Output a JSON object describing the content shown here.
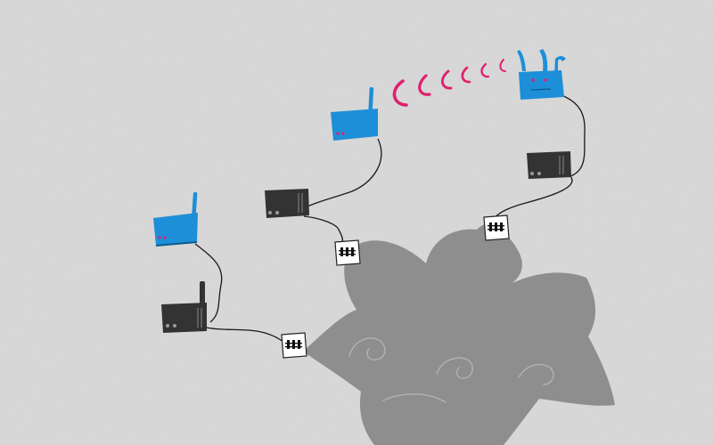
{
  "scene": {
    "background_color": "#d8d8d8",
    "cloud_color": "#8e8e8e",
    "cloud_swirl_color": "#b0b0b0",
    "cable_color": "#1a1a1a",
    "wifi_signal_color": "#e0206e",
    "router_color": "#1d8fd8",
    "modem_color": "#333333",
    "jack_color": "#ffffff",
    "nodes": [
      {
        "name": "ap-left",
        "kind": "access-point",
        "icon": "wireless-access-point-icon"
      },
      {
        "name": "modem-left",
        "kind": "modem",
        "icon": "modem-icon"
      },
      {
        "name": "jack-left",
        "kind": "wall-jack",
        "icon": "wall-jack-icon"
      },
      {
        "name": "ap-middle",
        "kind": "access-point",
        "icon": "wireless-access-point-icon"
      },
      {
        "name": "modem-middle",
        "kind": "modem",
        "icon": "modem-icon"
      },
      {
        "name": "jack-middle",
        "kind": "wall-jack",
        "icon": "wall-jack-icon"
      },
      {
        "name": "router-right",
        "kind": "wireless-router",
        "icon": "wireless-router-icon"
      },
      {
        "name": "modem-right",
        "kind": "modem",
        "icon": "modem-icon"
      },
      {
        "name": "jack-right",
        "kind": "wall-jack",
        "icon": "wall-jack-icon"
      }
    ],
    "links": [
      {
        "from": "ap-left",
        "to": "modem-left",
        "type": "cable"
      },
      {
        "from": "modem-left",
        "to": "jack-left",
        "type": "cable"
      },
      {
        "from": "jack-left",
        "to": "internet-cloud",
        "type": "plug"
      },
      {
        "from": "ap-middle",
        "to": "modem-middle",
        "type": "cable"
      },
      {
        "from": "modem-middle",
        "to": "jack-middle",
        "type": "cable"
      },
      {
        "from": "jack-middle",
        "to": "internet-cloud",
        "type": "plug"
      },
      {
        "from": "router-right",
        "to": "modem-right",
        "type": "cable"
      },
      {
        "from": "modem-right",
        "to": "jack-right",
        "type": "cable"
      },
      {
        "from": "jack-right",
        "to": "internet-cloud",
        "type": "plug"
      },
      {
        "from": "router-right",
        "to": "ap-middle",
        "type": "wireless"
      }
    ]
  }
}
